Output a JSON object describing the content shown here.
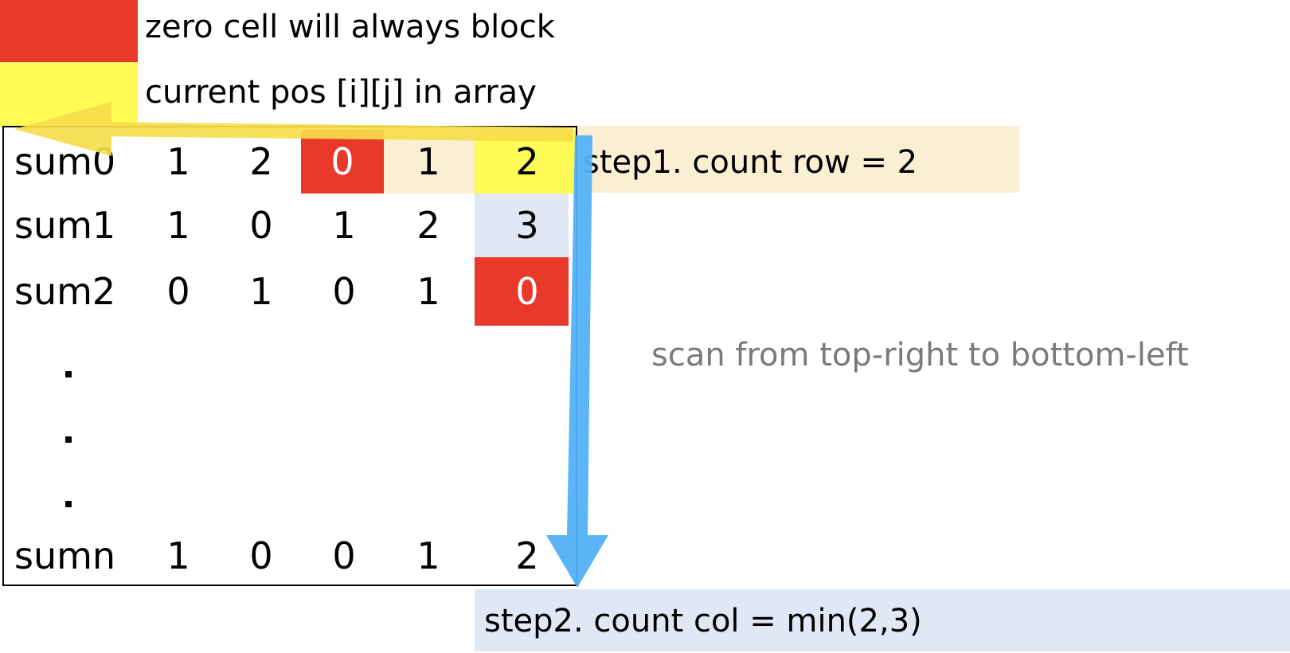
{
  "legend": {
    "items": [
      {
        "label": "zero cell will always block",
        "color": "#e8392a"
      },
      {
        "label": "current pos [i][j] in array",
        "color": "#fefb57"
      }
    ]
  },
  "grid": {
    "rows": [
      {
        "label": "sum0",
        "values": [
          "1",
          "2",
          "0",
          "1",
          "2"
        ],
        "cell_colors": [
          "",
          "",
          "#e8392a",
          "#faefd3",
          "#fefb57"
        ]
      },
      {
        "label": "sum1",
        "values": [
          "1",
          "0",
          "1",
          "2",
          "3"
        ],
        "cell_colors": [
          "",
          "",
          "",
          "",
          "#dfe8f4"
        ]
      },
      {
        "label": "sum2",
        "values": [
          "0",
          "1",
          "0",
          "1",
          "0"
        ],
        "cell_colors": [
          "",
          "",
          "",
          "",
          "#e8392a"
        ]
      },
      {
        "label": "sumn",
        "values": [
          "1",
          "0",
          "0",
          "1",
          "2"
        ],
        "cell_colors": [
          "",
          "",
          "",
          "",
          ""
        ]
      }
    ],
    "ellipsis": [
      ".",
      ".",
      "."
    ]
  },
  "annotations": {
    "step1": "step1. count row = 2",
    "step2": "step2. count col = min(2,3)",
    "scan_note": "scan from top-right to bottom-left"
  },
  "colors": {
    "zero_red": "#e8392a",
    "current_yellow": "#fefb57",
    "row_highlight": "#faefd3",
    "col_highlight": "#dfe8f4",
    "arrow_yellow": "#f6de4a",
    "arrow_blue": "#53b1f5",
    "note_gray": "#7a7a7a"
  }
}
